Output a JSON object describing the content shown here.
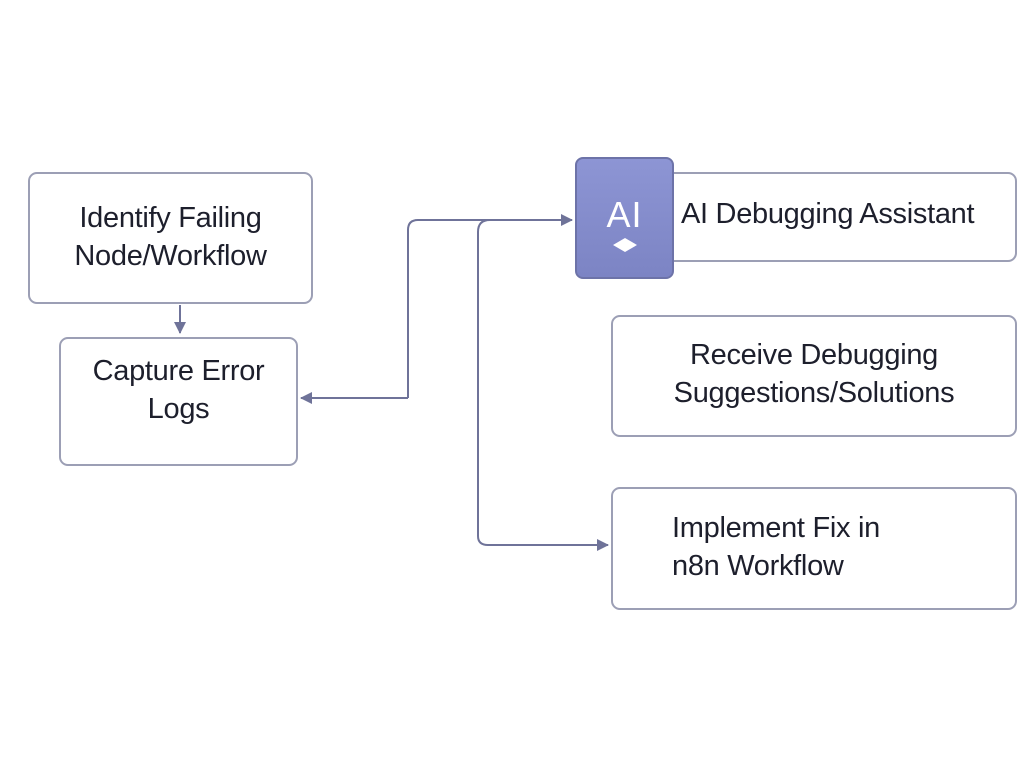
{
  "nodes": {
    "identify": {
      "line1": "Identify Failing",
      "line2": "Node/Workflow"
    },
    "capture": {
      "line1": "Capture Error",
      "line2": "Logs"
    },
    "assistant": {
      "label": "AI Debugging Assistant",
      "badge": "AI"
    },
    "receive": {
      "line1": "Receive Debugging",
      "line2": "Suggestions/Solutions"
    },
    "implement": {
      "line1": "Implement Fix in",
      "line2": "n8n Workflow"
    }
  },
  "colors": {
    "box_border": "#9c9fb5",
    "connector": "#6f7399",
    "ai_badge_fill": "#8a92d2",
    "ai_badge_border": "#6d73a8",
    "text": "#1d1f2c"
  },
  "icons": {
    "badge_diamond": "diamond-icon"
  }
}
